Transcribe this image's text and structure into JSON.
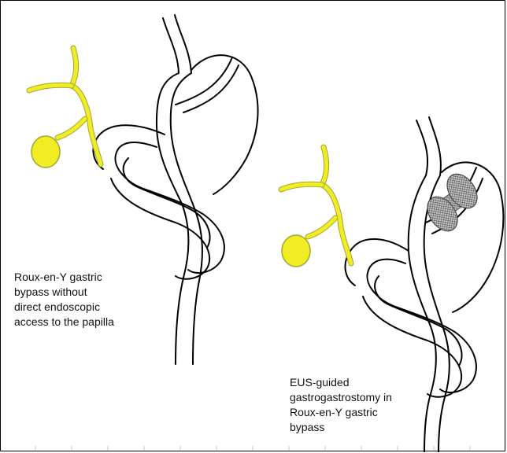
{
  "captions": {
    "left": "Roux-en-Y gastric\nbypass without\ndirect endoscopic\naccess to the papilla",
    "right": "EUS-guided\ngastrogastrostomy in\nRoux-en-Y gastric\nbypass"
  },
  "colors": {
    "bile_fill": "#f2ec24",
    "bile_stroke": "#9ea833",
    "outline": "#000000",
    "stent": "#8c8c8c",
    "background": "#ffffff"
  },
  "icons": {
    "biliary_tree": "biliary-tree",
    "stent": "lumen-apposing-stent"
  }
}
